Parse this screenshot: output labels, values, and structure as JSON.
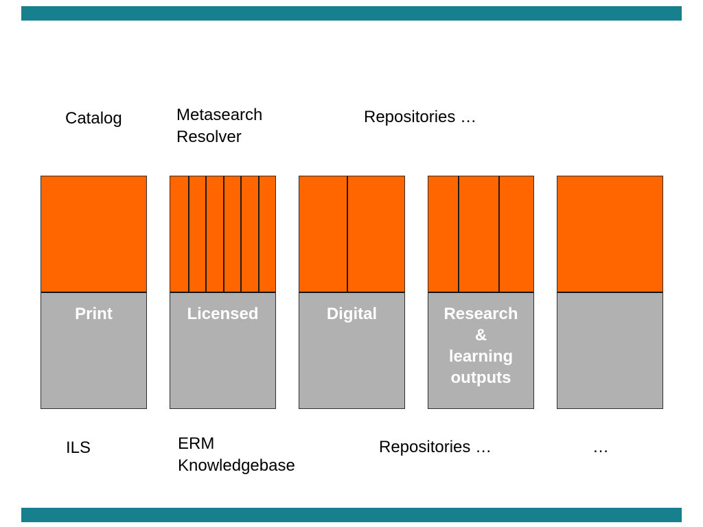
{
  "slide": {
    "colors": {
      "background": "#ffffff",
      "accent_bar_teal": "#16808d",
      "box_orange": "#ff6600",
      "box_gray": "#b1b1b1",
      "divider_line": "#1c1c1c",
      "caption_text": "#000000",
      "column_label_text": "#ffffff"
    },
    "top_captions": {
      "catalog": "Catalog",
      "metasearch": "Metasearch\nResolver",
      "repositories": "Repositories …"
    },
    "columns": [
      {
        "name": "print",
        "label": "Print",
        "segments": [
          100
        ]
      },
      {
        "name": "licensed",
        "label": "Licensed",
        "segments": [
          16.7,
          16.7,
          16.7,
          16.7,
          16.6,
          16.6
        ]
      },
      {
        "name": "digital",
        "label": "Digital",
        "segments": [
          45,
          55
        ]
      },
      {
        "name": "research",
        "label": "Research\n&\nlearning\noutputs",
        "segments": [
          28,
          39,
          33
        ]
      },
      {
        "name": "other",
        "label": "",
        "segments": [
          100
        ]
      }
    ],
    "bottom_captions": {
      "ils": "ILS",
      "erm": "ERM\nKnowledgebase",
      "repositories": "Repositories …",
      "ellipsis": "…"
    }
  }
}
